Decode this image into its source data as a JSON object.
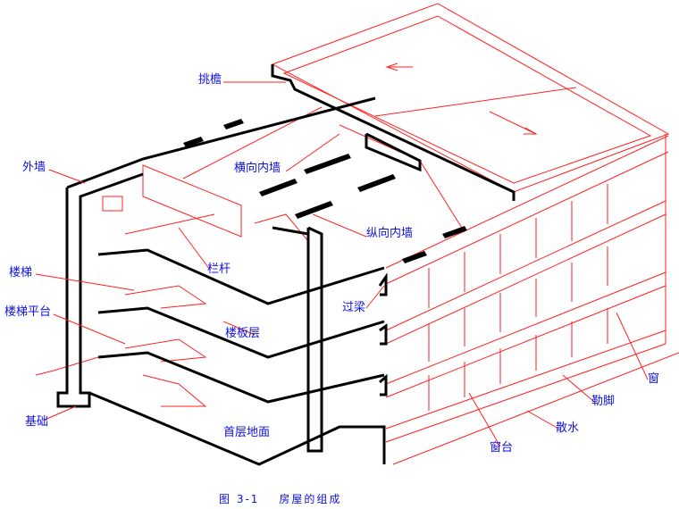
{
  "labels": {
    "eaves": "挑檐",
    "exterior_wall": "外墙",
    "transverse_wall": "横向内墙",
    "longitudinal_wall": "纵向内墙",
    "stairs": "楼梯",
    "railing": "栏杆",
    "stair_landing": "楼梯平台",
    "lintel": "过梁",
    "floor_slab": "楼板层",
    "window": "窗",
    "plinth": "勒脚",
    "foundation": "基础",
    "ground_floor": "首层地面",
    "apron": "散水",
    "windowsill": "窗台"
  },
  "caption": {
    "number": "图 3-1",
    "title": "房屋的组成"
  },
  "colors": {
    "label": "#1010e0",
    "line": "#ff2020",
    "section": "#000000"
  }
}
